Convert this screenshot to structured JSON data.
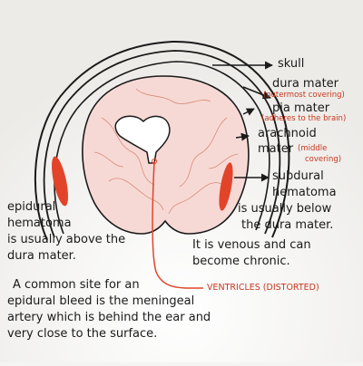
{
  "labels": {
    "skull": "skull",
    "dura_mater": "dura mater",
    "dura_mater_note": "(outermost covering)",
    "pia_mater": "pia mater",
    "pia_mater_note": "(adheres to the brain)",
    "arachnoid_line1": "arachnoid",
    "arachnoid_line2": "mater",
    "arachnoid_note_line1": "(middle",
    "arachnoid_note_line2": "covering)",
    "subdural_line1": "subdural",
    "subdural_line2": "hematoma",
    "subdural_text_line1": "is usually below",
    "subdural_text_line2": "the dura mater.",
    "epidural_line1": "epidural",
    "epidural_line2": "hematoma",
    "epidural_text_line1": "is usually above the",
    "epidural_text_line2": "dura mater.",
    "venous_line1": "It is venous and can",
    "venous_line2": "become chronic.",
    "ventricles": "VENTRICLES (DISTORTED)",
    "footnote_line1": "A common site for an",
    "footnote_line2": "epidural bleed is the meningeal",
    "footnote_line3": "artery which is behind the ear and",
    "footnote_line4": "very close to the surface."
  },
  "colors": {
    "background": "#f4f4f2",
    "brain_fill": "#f6d9d5",
    "hematoma": "#e2442a",
    "label_red": "#c8371e",
    "ink": "#1a1a1a"
  }
}
